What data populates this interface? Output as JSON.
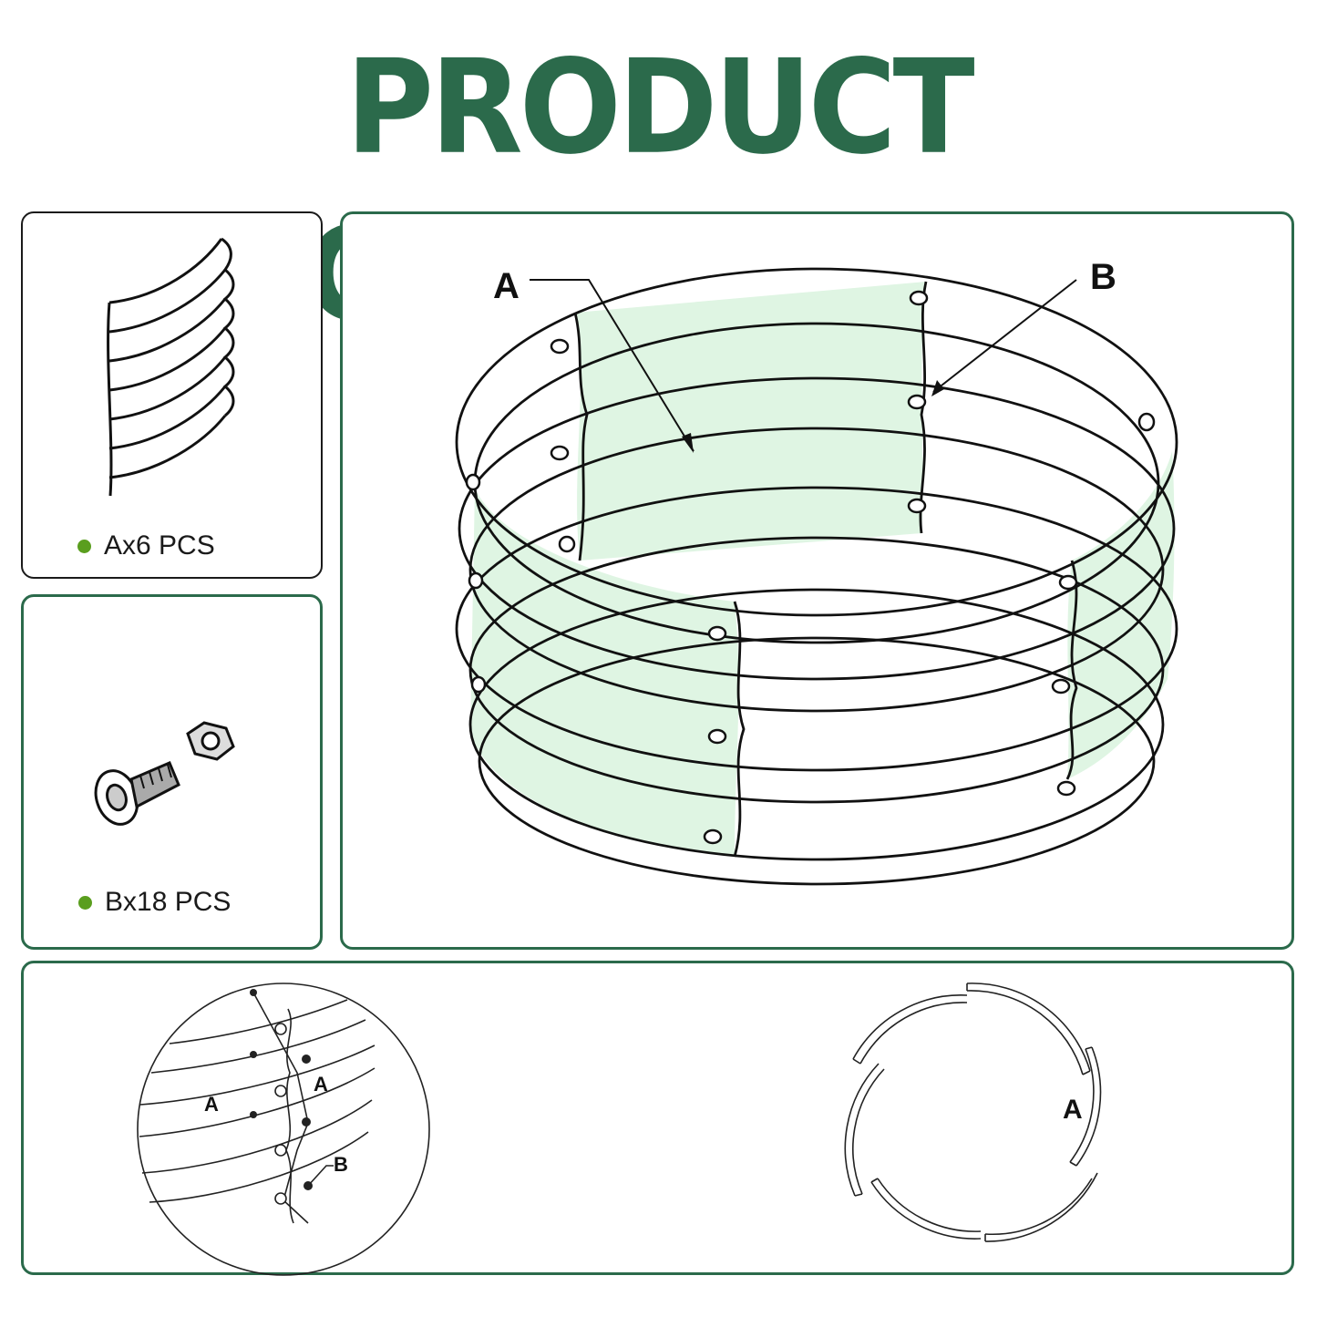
{
  "title": "PRODUCT ACCESSORIES",
  "colors": {
    "brand_green": "#2b6a4b",
    "panel_fill": "#dff5e3",
    "bullet_green": "#5a9e1e"
  },
  "part_a": {
    "count_label": "Ax6 PCS",
    "icon": "curved-panel-icon"
  },
  "part_b": {
    "count_label": "Bx18 PCS",
    "icon": "bolt-and-nut-icon"
  },
  "assembly": {
    "label_a": "A",
    "label_b": "B"
  },
  "detail": {
    "label_a_left": "A",
    "label_a_right": "A",
    "label_b": "B"
  },
  "top_view": {
    "label_a": "A"
  }
}
